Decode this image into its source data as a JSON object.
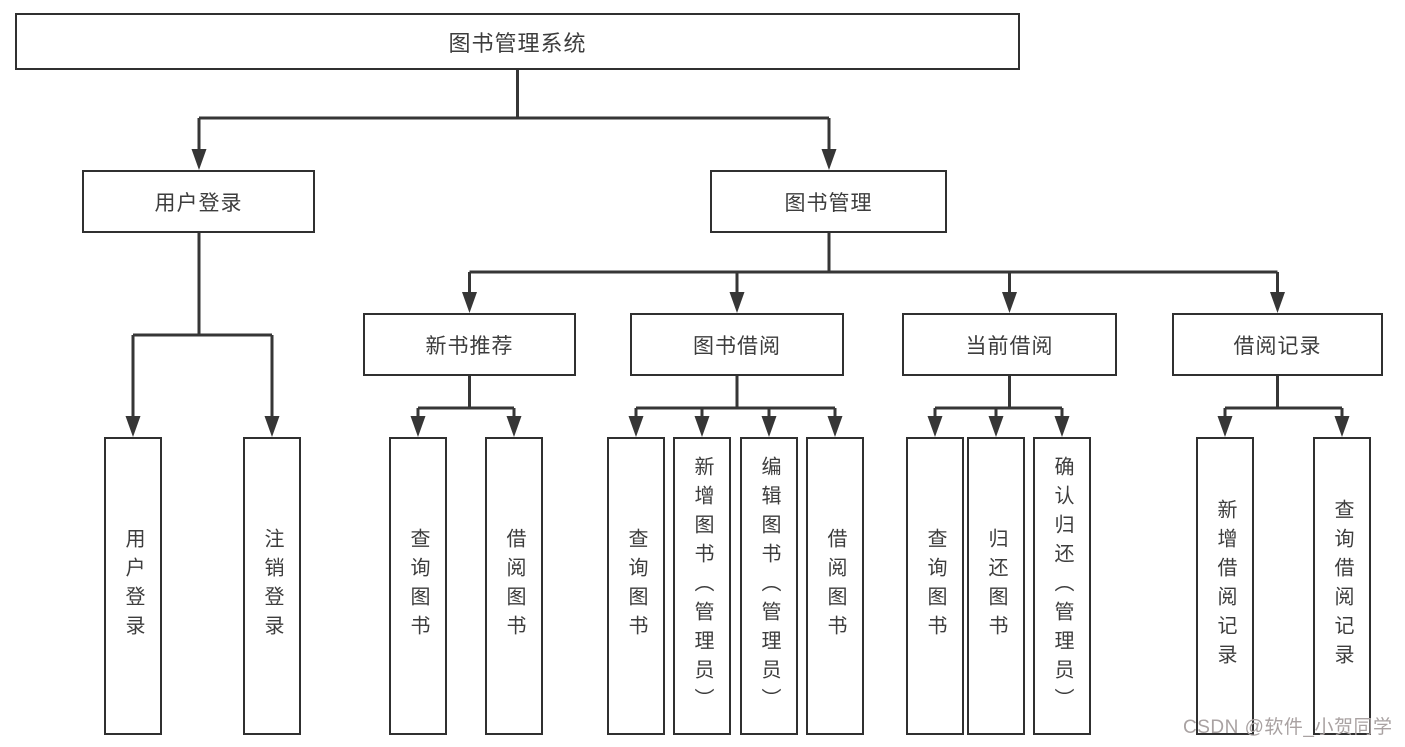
{
  "diagram": {
    "root": {
      "label": "图书管理系统"
    },
    "level1": [
      {
        "label": "用户登录"
      },
      {
        "label": "图书管理"
      }
    ],
    "level2": [
      {
        "label": "新书推荐"
      },
      {
        "label": "图书借阅"
      },
      {
        "label": "当前借阅"
      },
      {
        "label": "借阅记录"
      }
    ],
    "leaves": {
      "user_login": [
        "用户登录",
        "注销登录"
      ],
      "new_book": [
        "查询图书",
        "借阅图书"
      ],
      "book_borrow": [
        "查询图书",
        "新增图书（管理员）",
        "编辑图书（管理员）",
        "借阅图书"
      ],
      "current_borrow": [
        "查询图书",
        "归还图书",
        "确认归还（管理员）"
      ],
      "borrow_record": [
        "新增借阅记录",
        "查询借阅记录"
      ]
    }
  },
  "watermark": {
    "text": "CSDN @软件_小贺同学",
    "color": "#a9a2a2"
  },
  "colors": {
    "line": "#363636",
    "box_border": "#303030",
    "text": "#3d3d3d",
    "background": "#ffffff"
  }
}
